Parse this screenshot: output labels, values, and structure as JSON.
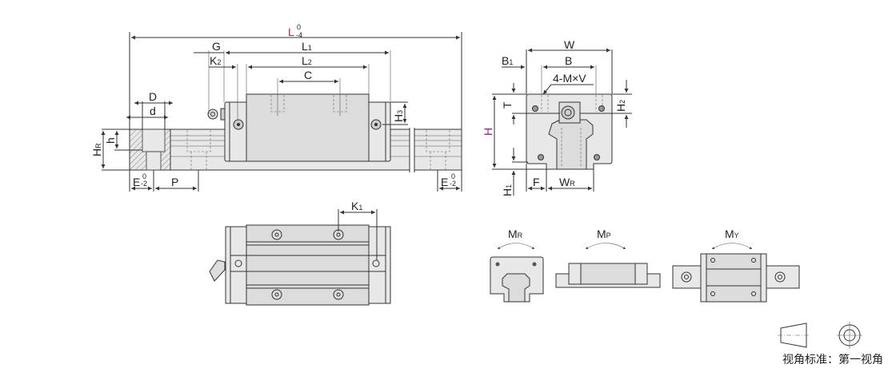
{
  "front_view": {
    "L": {
      "main": "L",
      "sup": "0",
      "sub": "-4",
      "color": "#8a2a7a"
    },
    "G": "G",
    "K2": {
      "main": "K",
      "sub": "2"
    },
    "L1": {
      "main": "L",
      "sub": "1"
    },
    "L2": {
      "main": "L",
      "sub": "2"
    },
    "C": "C",
    "D": "D",
    "d": "d",
    "h": "h",
    "HR": {
      "main": "H",
      "sub": "R"
    },
    "H3": {
      "main": "H",
      "sub": "3"
    },
    "E_left": {
      "main": "E",
      "sup": "0",
      "sub": "-2"
    },
    "P": "P",
    "E_right": {
      "main": "E",
      "sup": "0",
      "sub": "-2"
    }
  },
  "end_view": {
    "W": "W",
    "B1": {
      "main": "B",
      "sub": "1"
    },
    "B": "B",
    "MV": "4-M×V",
    "T": "T",
    "H": {
      "main": "H",
      "color": "#8a2a7a"
    },
    "H2": {
      "main": "H",
      "sub": "2"
    },
    "H1": {
      "main": "H",
      "sub": "1"
    },
    "F": "F",
    "WR": {
      "main": "W",
      "sub": "R"
    }
  },
  "top_view": {
    "K1": {
      "main": "K",
      "sub": "1"
    }
  },
  "moments": [
    {
      "main": "M",
      "sub": "R"
    },
    {
      "main": "M",
      "sub": "P"
    },
    {
      "main": "M",
      "sub": "Y"
    }
  ],
  "projection": {
    "label": "视角标准：第一视角"
  }
}
